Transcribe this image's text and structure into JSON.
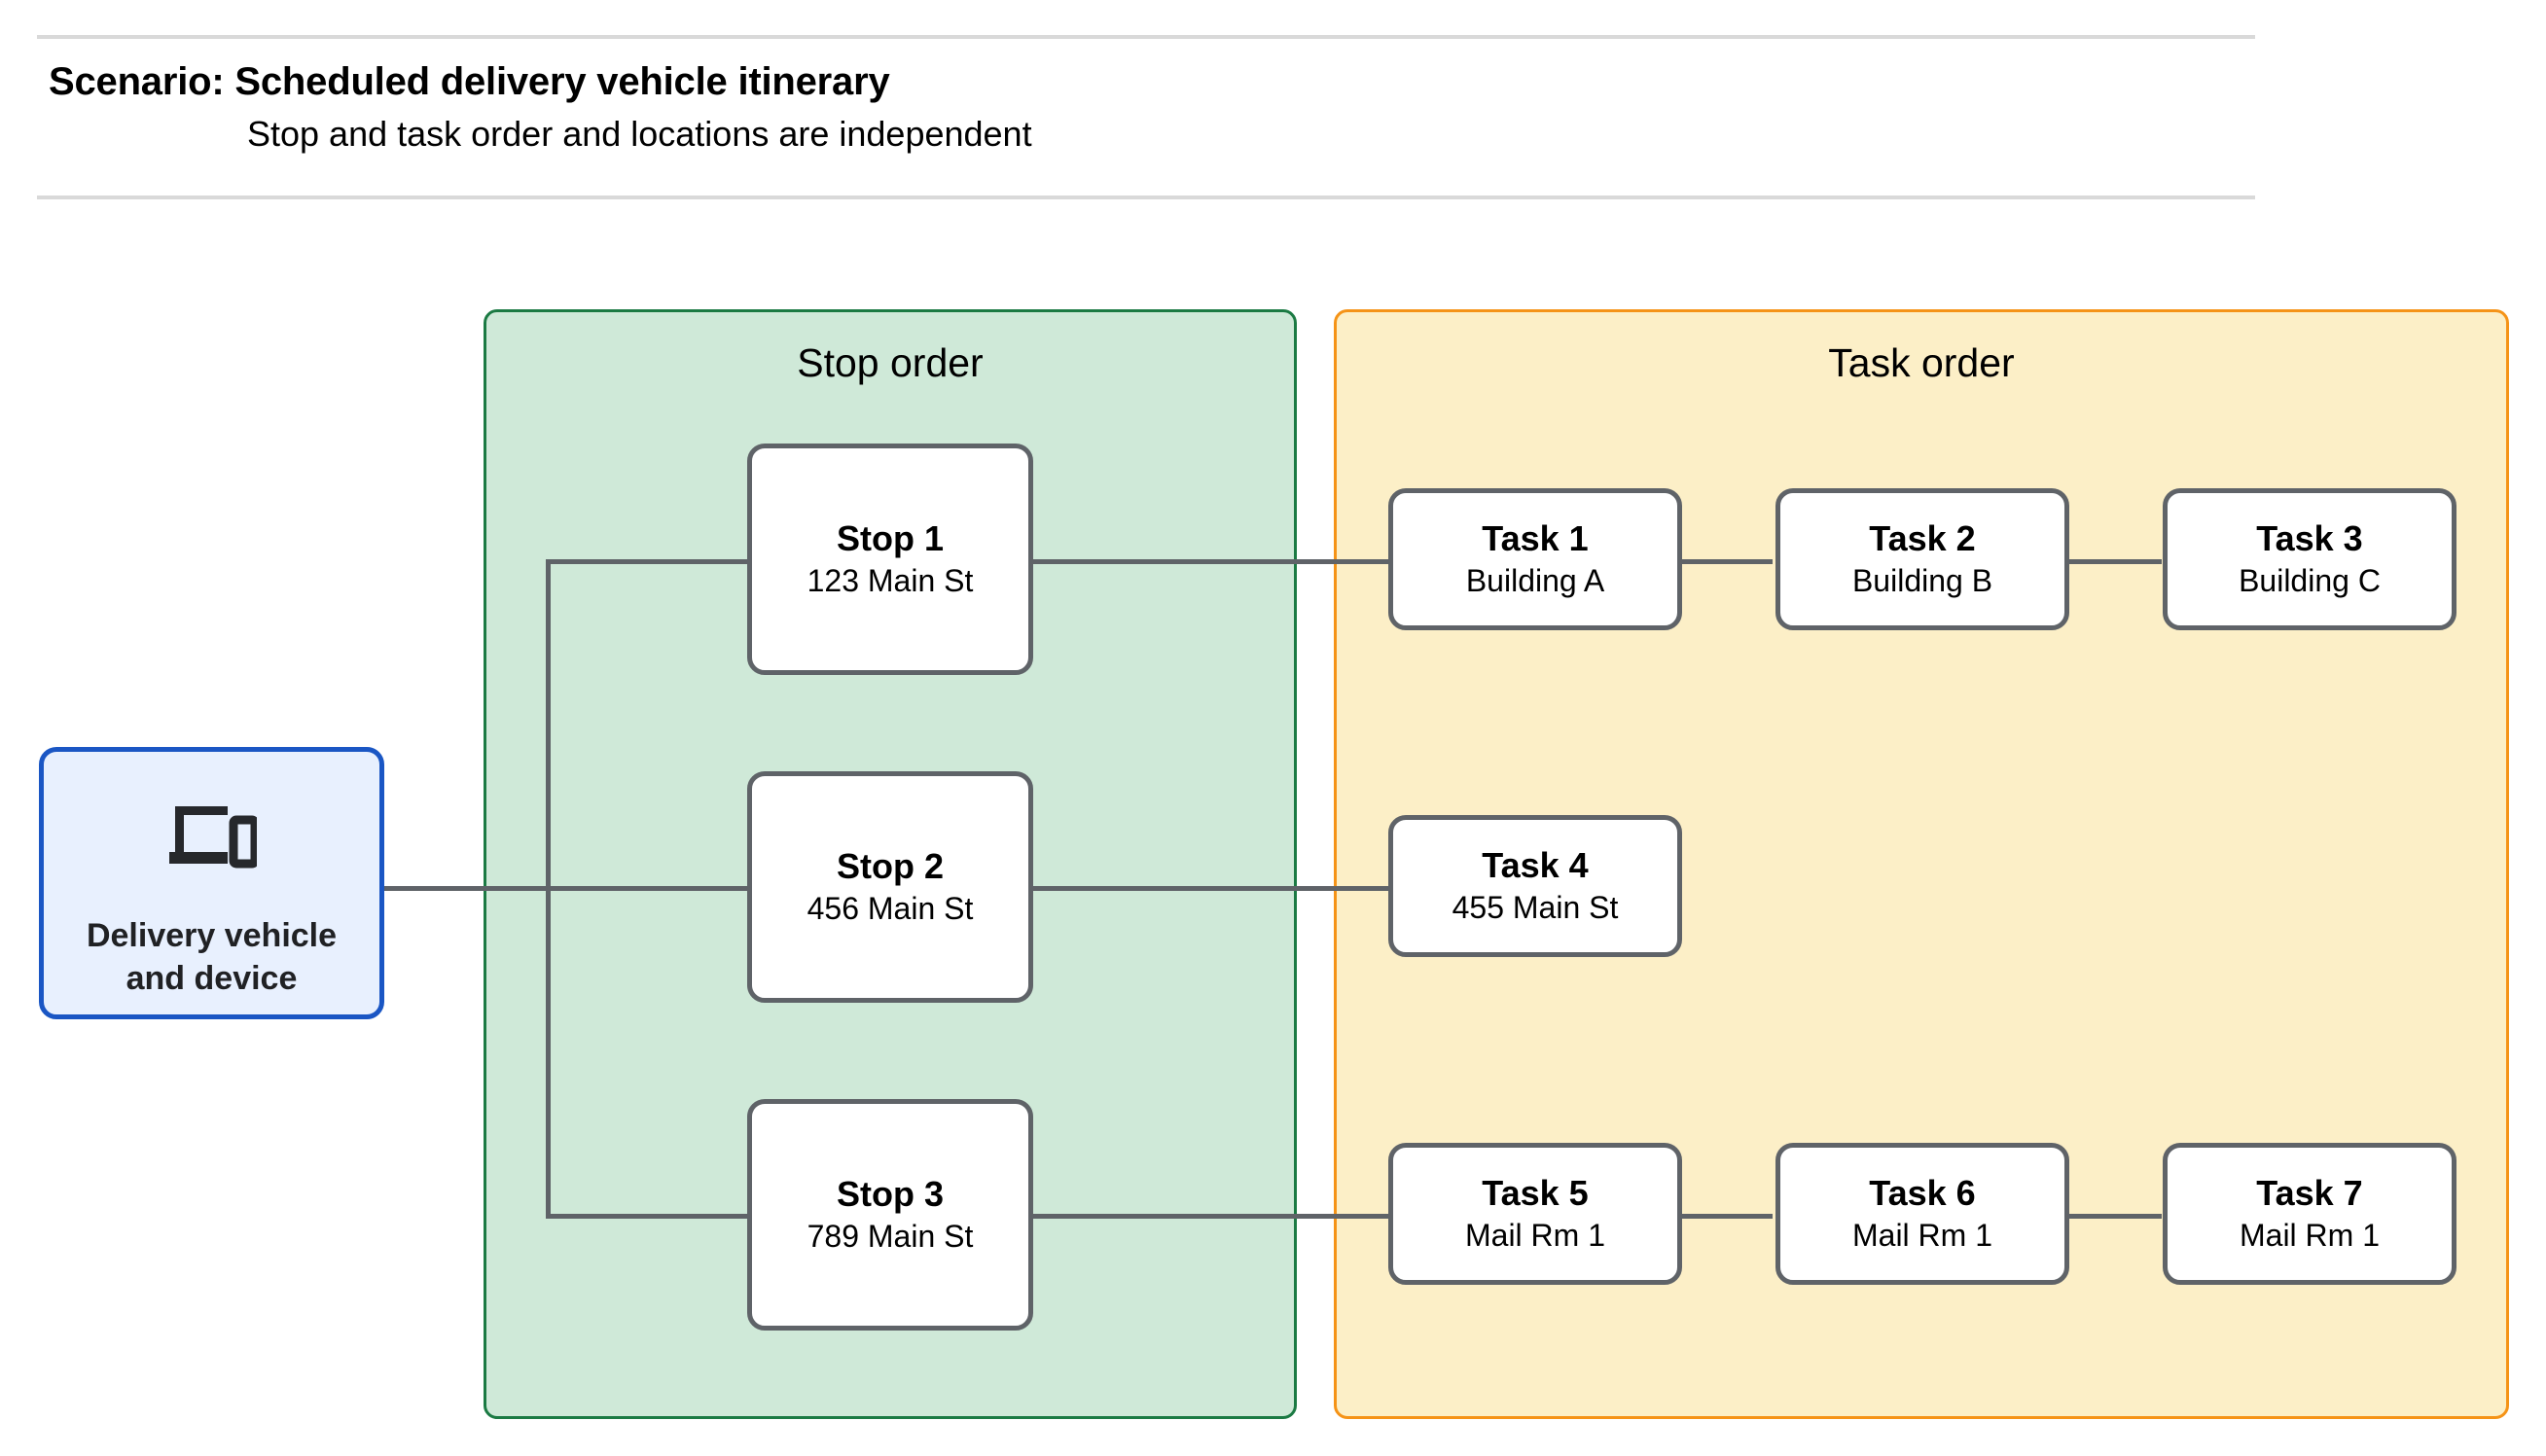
{
  "header": {
    "title": "Scenario: Scheduled delivery vehicle itinerary",
    "subtitle": "Stop and task order and locations are independent"
  },
  "vehicle": {
    "icon": "devices-icon",
    "label_line1": "Delivery vehicle",
    "label_line2": "and device"
  },
  "stop_panel": {
    "title": "Stop order",
    "fill": "#cfe9d8",
    "border": "#1b7a43",
    "stops": [
      {
        "title": "Stop 1",
        "address": "123 Main St"
      },
      {
        "title": "Stop 2",
        "address": "456 Main St"
      },
      {
        "title": "Stop 3",
        "address": "789 Main St"
      }
    ]
  },
  "task_panel": {
    "title": "Task order",
    "fill": "#fcefc7",
    "border": "#f59317",
    "rows": [
      {
        "tasks": [
          {
            "title": "Task 1",
            "location": "Building A"
          },
          {
            "title": "Task 2",
            "location": "Building B"
          },
          {
            "title": "Task 3",
            "location": "Building C"
          }
        ]
      },
      {
        "tasks": [
          {
            "title": "Task 4",
            "location": "455 Main St"
          }
        ]
      },
      {
        "tasks": [
          {
            "title": "Task 5",
            "location": "Mail Rm 1"
          },
          {
            "title": "Task 6",
            "location": "Mail Rm 1"
          },
          {
            "title": "Task 7",
            "location": "Mail Rm 1"
          }
        ]
      }
    ]
  },
  "colors": {
    "connector": "#5f6368",
    "node_border": "#5f6368",
    "vehicle_fill": "#e8f0fe",
    "vehicle_border": "#1a56c4",
    "rule": "#d9d9d9"
  }
}
